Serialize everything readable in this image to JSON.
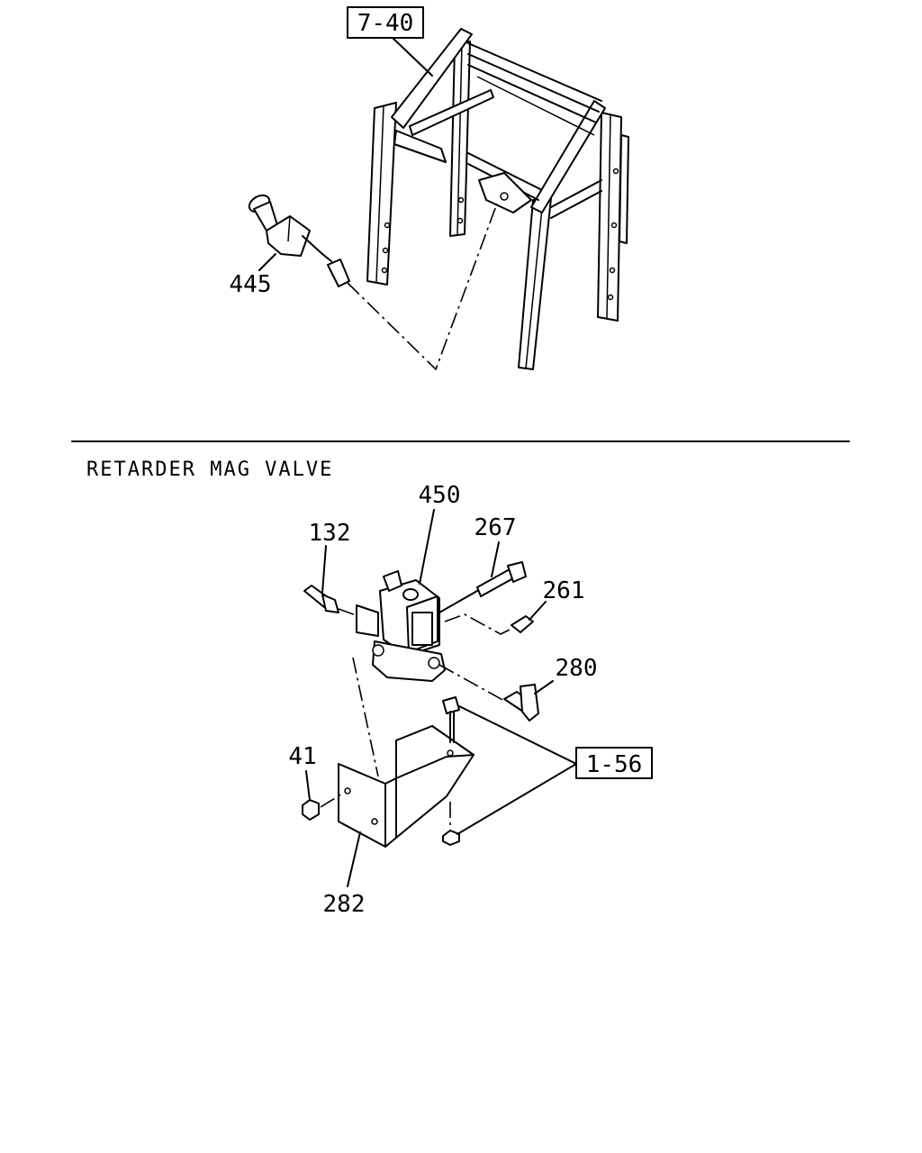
{
  "section_title": "RETARDER MAG VALVE",
  "refs": {
    "frame": "7-40",
    "fasteners": "1-56"
  },
  "parts": {
    "switch": "445",
    "valve": "450",
    "fitting_132": "132",
    "bolt": "267",
    "fitting_261": "261",
    "elbow": "280",
    "nut": "41",
    "bracket": "282"
  }
}
